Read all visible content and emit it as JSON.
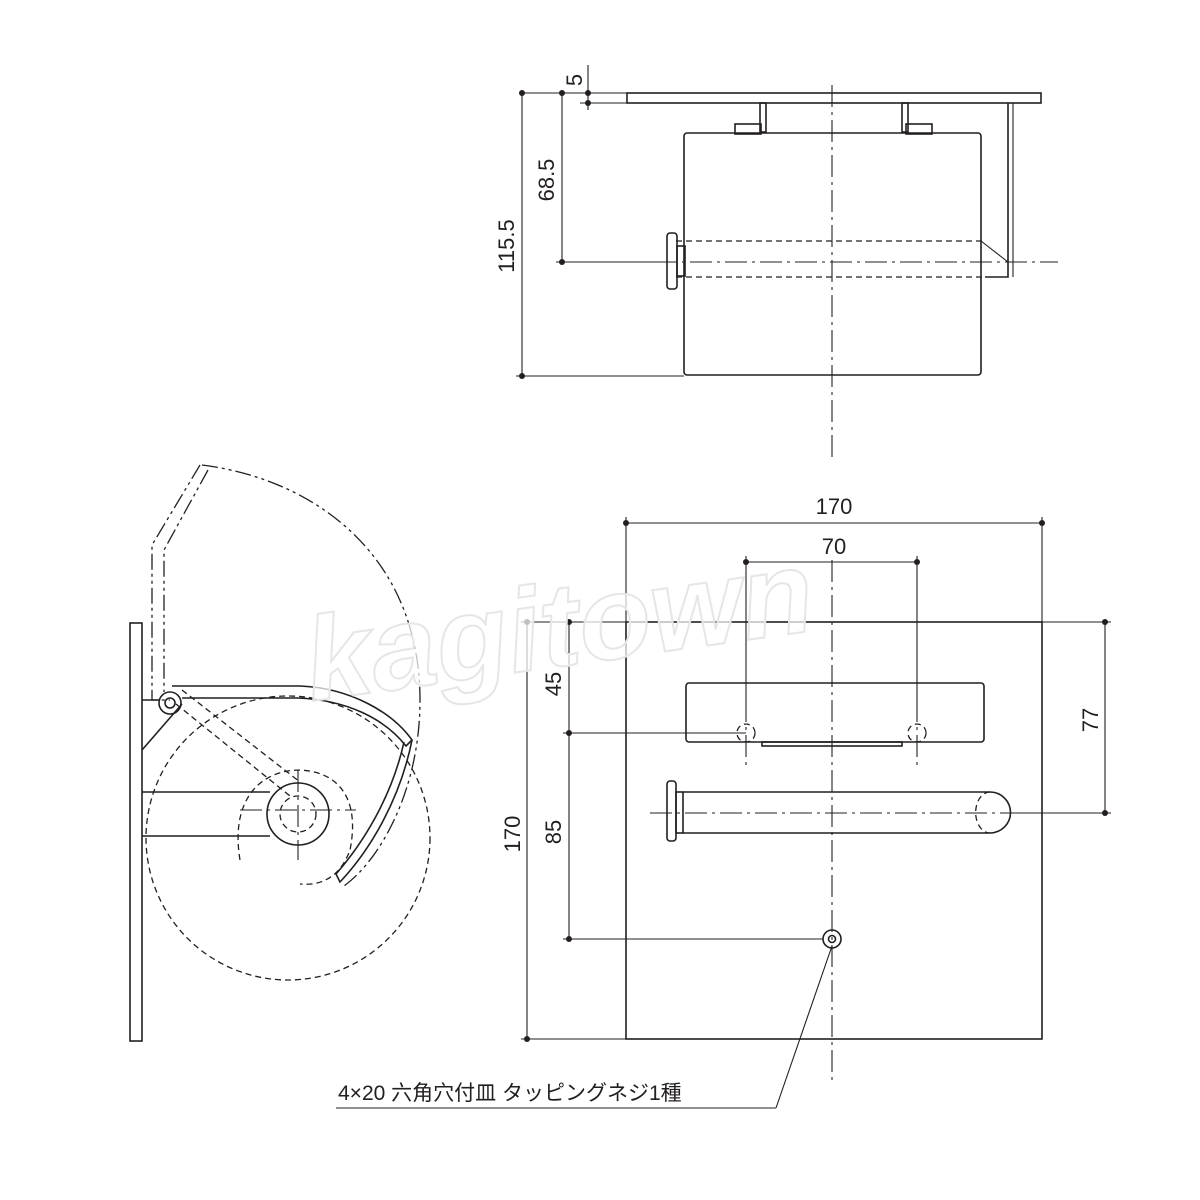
{
  "top_view": {
    "dims": {
      "wall_gap": "5",
      "axis_height": "68.5",
      "overall_depth": "115.5"
    }
  },
  "front_view": {
    "dims": {
      "width": "170",
      "hole_pitch": "70",
      "height": "170",
      "top_to_holes": "45",
      "holes_to_bottom_screw": "85",
      "holes_to_axis": "77"
    },
    "note": "4×20 六角穴付皿 タッピングネジ1種"
  },
  "watermark": "kagitown",
  "colors": {
    "line": "#231f20",
    "background": "#ffffff"
  }
}
